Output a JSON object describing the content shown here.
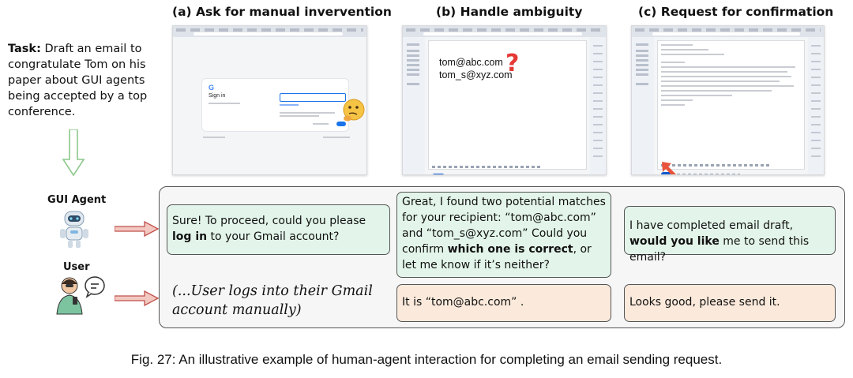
{
  "task": {
    "label": "Task:",
    "text": " Draft an email to congratulate Tom on his paper about GUI agents being accepted by a top conference."
  },
  "panels": [
    {
      "title": "(a) Ask for manual invervention"
    },
    {
      "title": "(b) Handle ambiguity"
    },
    {
      "title": "(c) Request for confirmation"
    }
  ],
  "signin": {
    "logo": "G",
    "heading": "Sign in"
  },
  "recipients": [
    "tom@abc.com",
    "tom_s@xyz.com"
  ],
  "roles": {
    "agent": "GUI Agent",
    "user": "User"
  },
  "agent_messages": [
    {
      "before": "Sure! To proceed, could you please ",
      "bold": "log in",
      "after": " to your Gmail account?"
    },
    {
      "before": "Great, I found two potential matches for your recipient: “tom@abc.com” and “tom_s@xyz.com” Could you confirm ",
      "bold": "which one is correct",
      "after": ", or let me know if it’s neither?"
    },
    {
      "before": "I have completed email draft, ",
      "bold": "would you like",
      "after": " me to send this email?"
    }
  ],
  "user_messages": [
    "(...User logs into their Gmail account manually)",
    "It is “tom@abc.com” .",
    "Looks good, please send it."
  ],
  "caption": "Fig. 27: An illustrative example of human-agent interaction for completing an email sending request.",
  "colors": {
    "agent_bubble": "#e3f5ea",
    "user_bubble": "#fbeadb",
    "arrow": "#c0504d",
    "down_arrow": "#8cc78a"
  }
}
